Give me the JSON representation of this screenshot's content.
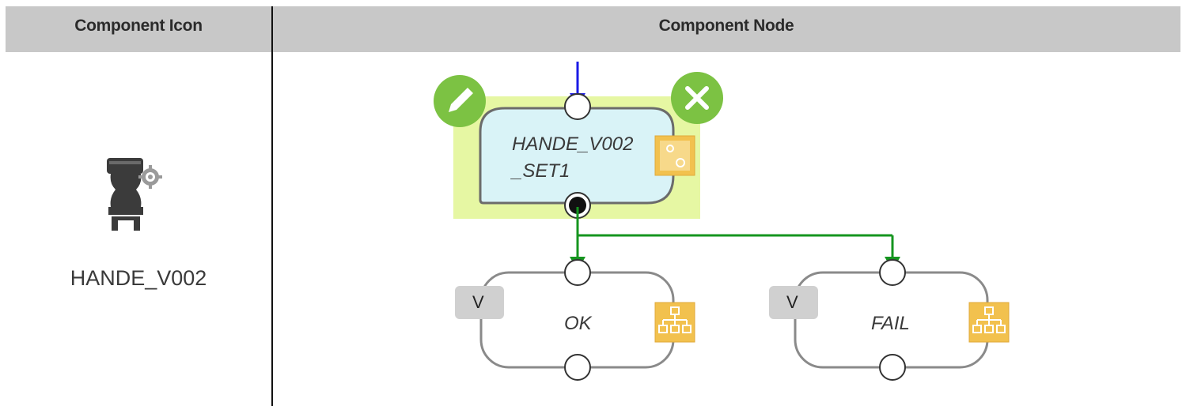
{
  "table": {
    "headers": {
      "icon": "Component Icon",
      "node": "Component Node"
    }
  },
  "component": {
    "icon": "gripper-icon",
    "label": "HANDE_V002"
  },
  "node": {
    "title_line1": "HANDE_V002",
    "title_line2": "_SET1",
    "edit_icon": "pencil-icon",
    "delete_icon": "close-icon",
    "settings_icon": "gear-icon"
  },
  "branches": [
    {
      "badge": "V",
      "label": "OK",
      "icon": "hierarchy-icon"
    },
    {
      "badge": "V",
      "label": "FAIL",
      "icon": "hierarchy-icon"
    }
  ],
  "colors": {
    "header_bg": "#c8c8c8",
    "selection_bg": "#e6f7a3",
    "node_fill": "#d9f3f7",
    "edit_green": "#7cc243",
    "flow_blue": "#1a1ae6",
    "flow_green": "#15951f",
    "icon_orange": "#f2c14e"
  }
}
